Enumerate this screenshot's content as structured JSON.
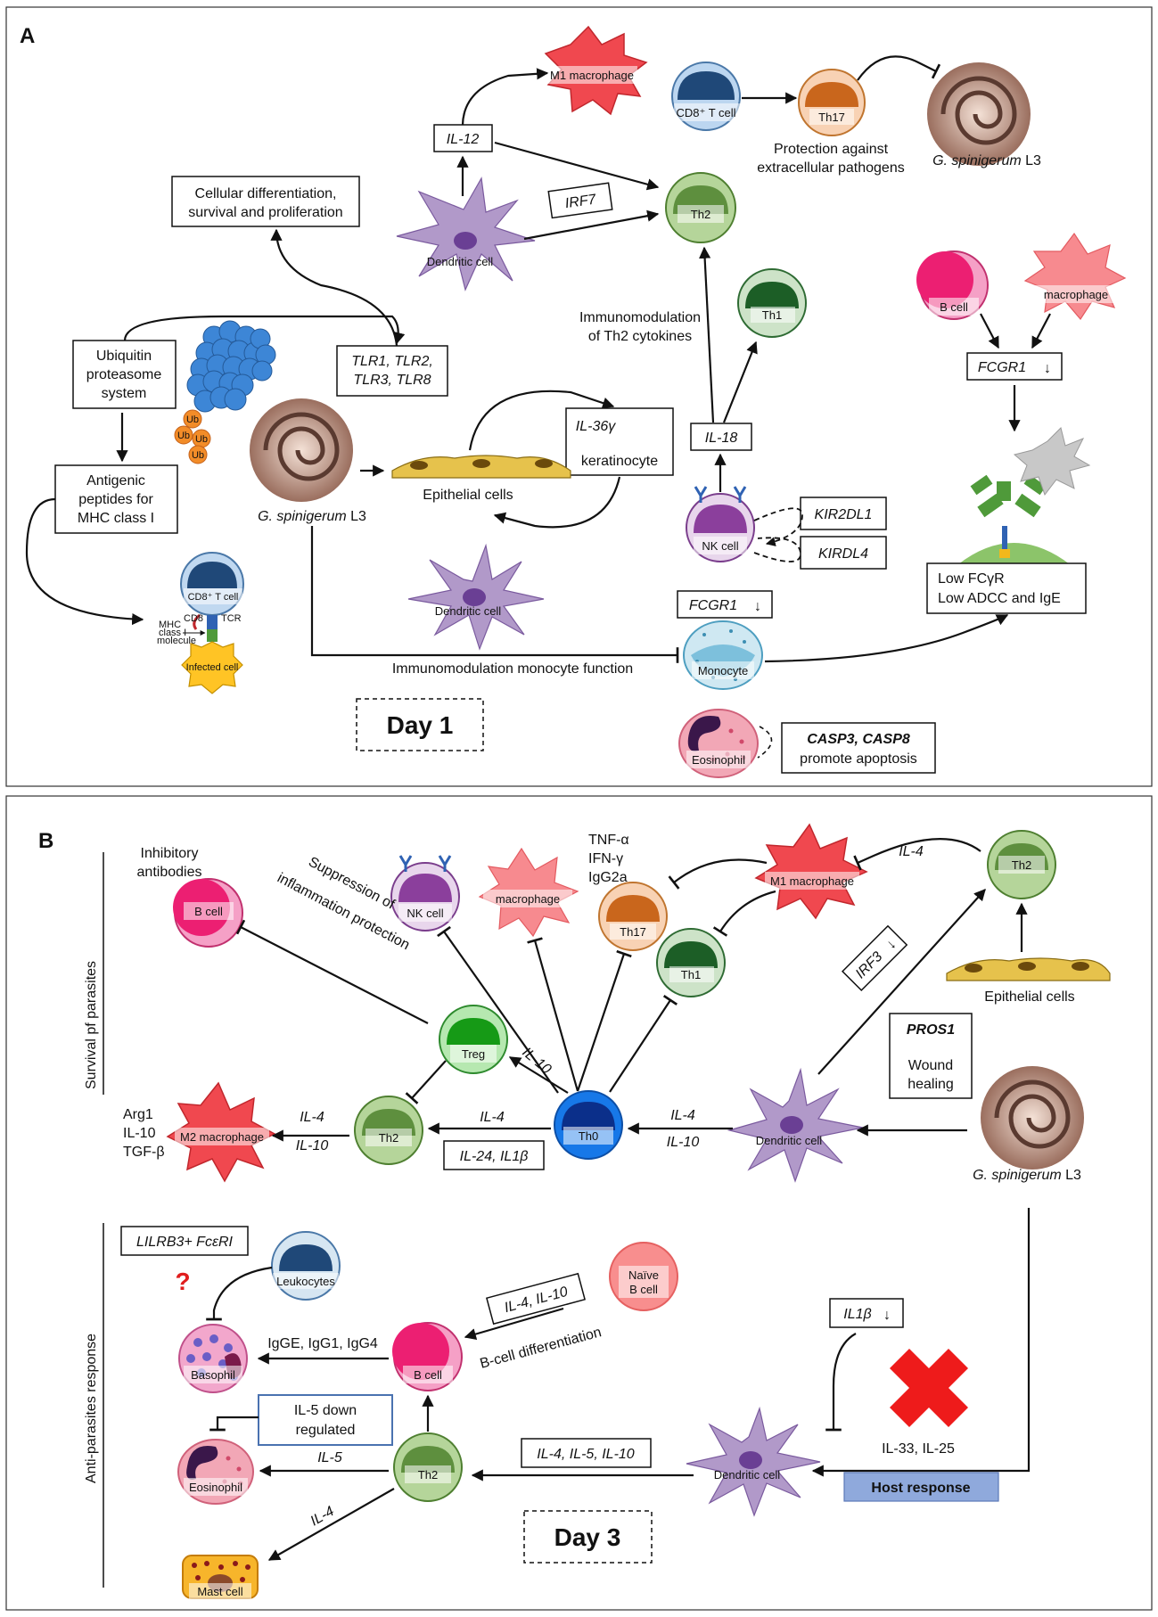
{
  "panelA": {
    "letter": "A",
    "day": "Day 1",
    "cells": {
      "m1": "M1 macrophage",
      "cd8": "CD8⁺ T cell",
      "th17": "Th17",
      "th2": "Th2",
      "th1": "Th1",
      "dc": "Dendritic cell",
      "dc2": "Dendritic cell",
      "bcell": "B cell",
      "macrophage": "macrophage",
      "nk": "NK cell",
      "monocyte": "Monocyte",
      "eosinophil": "Eosinophil",
      "cd8b": "CD8⁺ T cell",
      "infected": "Infected cell"
    },
    "texts": {
      "protection1": "Protection against",
      "protection2": "extracellular pathogens",
      "gs_ital": "G. spinigerum",
      "gs_rest": " L3",
      "gs2_ital": "G. spinigerum",
      "gs2_rest": " L3",
      "immunomod1": "Immunomodulation",
      "immunomod2": "of Th2 cytokines",
      "epithelial": "Epithelial cells",
      "monocyte_fn": "Immunomodulation monocyte function",
      "ub": "Ub",
      "cd8_small": "CD8",
      "tcr": "TCR",
      "mhc1": "MHC",
      "mhc2": "class I",
      "mhc3": "molecule"
    },
    "boxes": {
      "il12": "IL-12",
      "irf7": "IRF7",
      "cellular1": "Cellular differentiation,",
      "cellular2": "survival and proliferation",
      "ups1": "Ubiquitin",
      "ups2": "proteasome",
      "ups3": "system",
      "tlr1": "TLR1, TLR2,",
      "tlr2": "TLR3, TLR8",
      "antigen1": "Antigenic",
      "antigen2": "peptides for",
      "antigen3": "MHC class I",
      "il36": "IL-36γ",
      "keratinocyte": "keratinocyte",
      "il18": "IL-18",
      "kir1": "KIR2DL1",
      "kir2": "KIRDL4",
      "fcgr1a": "FCGR1",
      "fcgr1b": "FCGR1",
      "lowfc_ital": "Low FCγR",
      "lowadcc": "Low ADCC and IgE",
      "casp1": "CASP3, CASP8",
      "casp2": "promote apoptosis"
    }
  },
  "panelB": {
    "letter": "B",
    "day": "Day 3",
    "side1": "Survival pf parasites",
    "side2": "Anti-parasites response",
    "cells": {
      "bcell": "B cell",
      "nk": "NK cell",
      "macrophage": "macrophage",
      "th17": "Th17",
      "m1": "M1 macrophage",
      "th2top": "Th2",
      "th1": "Th1",
      "treg": "Treg",
      "th0": "Th0",
      "th2mid": "Th2",
      "m2": "M2 macrophage",
      "dc": "Dendritic cell",
      "leukocytes": "Leukocytes",
      "naive1": "Naïve",
      "naive2": "B cell",
      "basophil": "Basophil",
      "bcell2": "B cell",
      "eosinophil": "Eosinophil",
      "th2low": "Th2",
      "dc2": "Dendritic cell",
      "mast": "Mast cell"
    },
    "texts": {
      "inhib1": "Inhibitory",
      "inhib2": "antibodies",
      "tnf": "TNF-α",
      "ifn": "IFN-γ",
      "igg2a": "IgG2a",
      "il4top": "IL-4",
      "suppress1": "Suppression of",
      "suppress2": "inflammation protection",
      "epithelial": "Epithelial cells",
      "arg1": "Arg1",
      "il10a": "IL-10",
      "tgfb": "TGF-β",
      "il4a": "IL-4",
      "il10b": "IL-10",
      "il10treg": "IL-10",
      "il4b": "IL-4",
      "il4c": "IL-4",
      "il10c": "IL-10",
      "gs_ital": "G. spinigerum",
      "gs_rest": " L3",
      "question": "?",
      "igs": "IgGE, IgG1, IgG4",
      "bdiff": "B-cell differentiation",
      "il5": "IL-5",
      "il4mast": "IL-4",
      "il33": "IL-33, IL-25"
    },
    "boxes": {
      "il24": "IL-24, IL1β",
      "irf3": "IRF3",
      "pros1": "PROS1",
      "wound1": "Wound",
      "wound2": "healing",
      "lilrb3": "LILRB3+ FcεRI",
      "il4il10": "IL-4, IL-10",
      "il1b": "IL1β",
      "il5down1": "IL-5 down",
      "il5down2": "regulated",
      "il4510": "IL-4, IL-5, IL-10",
      "host": "Host response"
    }
  }
}
